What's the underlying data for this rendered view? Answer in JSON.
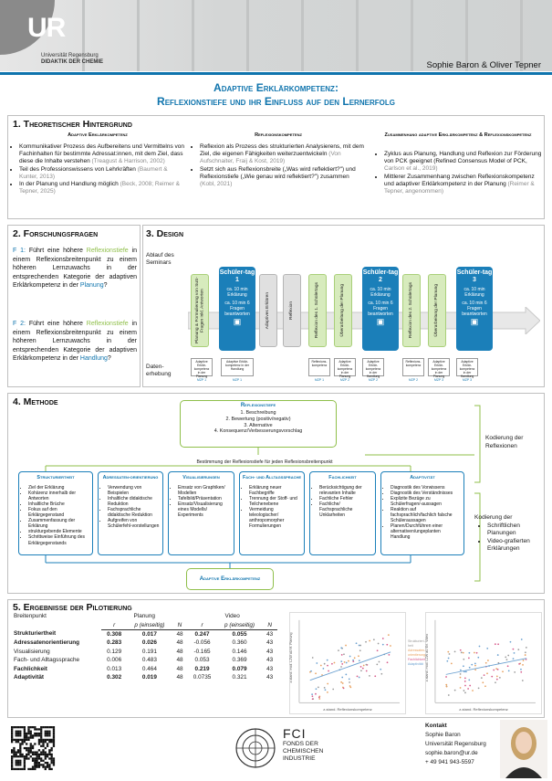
{
  "header": {
    "logo_mark": "UR",
    "logo_line1": "Universität Regensburg",
    "logo_line2": "DIDAKTIK DER CHEMIE",
    "authors": "Sophie Baron & Oliver Tepner",
    "accent": "#0f74ad",
    "green": "#8fbf4a"
  },
  "title": {
    "line1": "Adaptive Erklärkompetenz:",
    "line2": "Reflexionstiefe und ihr Einfluss auf den Lernerfolg"
  },
  "s1": {
    "heading": "1. Theoretischer Hintergrund",
    "col1": {
      "title": "Adaptive Erklärkompetenz",
      "items": [
        {
          "text": "Kommunikativer Prozess des Aufbereitens und Vermittelns von Fachinhalten für bestimmte Adressat:innen, mit dem Ziel, dass diese die Inhalte verstehen ",
          "cite": "(Treagust & Harrison, 2002)"
        },
        {
          "text": "Teil des Professionswissens von Lehrkräften ",
          "cite": "(Baumert & Kunter, 2013)"
        },
        {
          "text": "In der Planung und Handlung möglich ",
          "cite": "(Beck, 2008; Reimer & Tepner, 2025)"
        }
      ]
    },
    "col2": {
      "title": "Reflexionskompetenz",
      "items": [
        {
          "text": "Reflexion als Prozess des strukturierten Analysierens, mit dem Ziel, die eigenen Fähigkeiten weiterzuentwickeln ",
          "cite": "(Von Aufschnaiter, Fraij & Kost, 2019)"
        },
        {
          "text": "Setzt sich aus Reflexionsbreite („Was wird reflektiert?\") und Reflexionstiefe („Wie genau wird reflektiert?\") zusammen ",
          "cite": "(Kobl, 2021)"
        }
      ]
    },
    "col3": {
      "title": "Zusammenhang adaptive Erklärkompetenz & Reflexionskompetenz",
      "items": [
        {
          "text": "Zyklus aus Planung, Handlung und Reflexion zur Förderung von PCK geeignet (Refined Consensus Model of PCK, ",
          "cite": "Carlson et al., 2019)"
        },
        {
          "text": "Mittlerer Zusammenhang zwischen Reflexionskompetenz und adaptiver Erklärkompetenz in der Planung ",
          "cite": "(Reimer & Tepner, angenommen)"
        }
      ]
    }
  },
  "s2": {
    "heading": "2. Forschungsfragen",
    "f1": {
      "label": "F 1:",
      "a": "Führt eine höhere ",
      "b": "Reflexionstiefe",
      "c": " in einem Reflexionsbreitenpunkt zu einem höheren Lernzuwachs in der entsprechenden Kategorie der adaptiven Erklärkompetenz in der ",
      "d": "Planung",
      "e": "?"
    },
    "f2": {
      "label": "F 2:",
      "a": "Führt eine höhere ",
      "b": "Reflexionstiefe",
      "c": " in einem Reflexionsbreitenpunkt zu einem höheren Lernzuwachs in der entsprechenden Kategorie der adaptiven Erklärkompetenz in der ",
      "d": "Handlung",
      "e": "?"
    }
  },
  "s3": {
    "heading": "3. Design",
    "row_label1": "Ablauf des Seminars",
    "row_label2": "Daten-erhebung",
    "steps": [
      {
        "kind": "green",
        "text": "Planung & Formulierung von SuS-Fragen inkl. Antworten"
      },
      {
        "kind": "blue",
        "title": "Schüler-tag 1",
        "s1": "ca. 10 min Erklärung",
        "s2": "ca. 10 min 6 Fragen beantworten"
      },
      {
        "kind": "gray",
        "text": "Adaptives Erklären"
      },
      {
        "kind": "gray",
        "text": "Reflexion"
      },
      {
        "kind": "green",
        "text": "Reflexion des 1. Schülertags"
      },
      {
        "kind": "green",
        "text": "Überarbeitung der Planung"
      },
      {
        "kind": "blue",
        "title": "Schüler-tag 2",
        "s1": "ca. 10 min Erklärung",
        "s2": "ca. 10 min 6 Fragen beantworten"
      },
      {
        "kind": "green",
        "text": "Reflexion des 2. Schülertags"
      },
      {
        "kind": "green",
        "text": "Überarbeitung der Planung"
      },
      {
        "kind": "blue",
        "title": "Schüler-tag 3",
        "s1": "ca. 10 min Erklärung",
        "s2": "ca. 10 min 6 Fragen beantworten"
      }
    ],
    "data_boxes": [
      {
        "text": "Adaptive Erklär-kompetenz in der Planung",
        "mz": "MZP 1"
      },
      {
        "text": "Adaptive Erklär-kompetenz in der Handlung",
        "mz": "MZP 1"
      },
      {
        "text": "Reflexions-kompetenz",
        "mz": "MZP 1"
      },
      {
        "text": "Adaptive Erklär-kompetenz in der Planung",
        "mz": "MZP 2"
      },
      {
        "text": "Adaptive Erklär-kompetenz in der Handlung",
        "mz": "MZP 2"
      },
      {
        "text": "Reflexions-kompetenz",
        "mz": "MZP 2"
      },
      {
        "text": "Adaptive Erklär-kompetenz in der Planung",
        "mz": "MZP 3"
      },
      {
        "text": "Adaptive Erklär-kompetenz in der Handlung",
        "mz": "MZP 3"
      }
    ]
  },
  "s4": {
    "heading": "4. Methode",
    "top_title": "Reflexionstiefe",
    "top_items": [
      "1. Beschreibung",
      "2. Bewertung (positiv/negativ)",
      "3. Alternative",
      "4. Konsequenz/Verbesserungsvorschlag"
    ],
    "bridge": "Bestimmung der Reflexionstiefe für jeden Reflexionsbreitenpunkt",
    "side1": "Kodierung der Reflexionen",
    "side2_title": "Kodierung der",
    "side2_items": [
      "Schriftlichen Planungen",
      "Video-grafierten Erklärungen"
    ],
    "bottom": "Adaptive Erklärkompetenz",
    "cards": [
      {
        "title": "Strukturiertheit",
        "items": [
          "Ziel der Erklärung",
          "Kohärenz innerhalb der Antworten",
          "Inhaltliche Brüche",
          "Fokus auf den Erklärgegenstand",
          "Zusammenfassung der Erklärung",
          "strukturgebende Elemente",
          "Schrittweise Einführung des Erklärgegenstands"
        ]
      },
      {
        "title": "Adressaten-orientierung",
        "items": [
          "Verwendung von Beispielen",
          "Inhaltliche didaktische Reduktion",
          "Fachsprachliche didaktische Reduktion",
          "Aufgreifen von Schülerfehl-vorstellungen"
        ]
      },
      {
        "title": "Visualisierungen",
        "items": [
          "Einsatz von Graphiken/ Modellen",
          "Tafelbild/Präsentation",
          "Einsatz/Visualisierung eines Modells/ Experiments"
        ]
      },
      {
        "title": "Fach- und Alltagssprache",
        "items": [
          "Erklärung neuer Fachbegriffe",
          "Trennung der Stoff- und Teilchenebene",
          "Vermeidung teleologischer/ anthropomorpher Formulierungen"
        ]
      },
      {
        "title": "Fachlichkeit",
        "items": [
          "Berücksichtigung der relevanten Inhalte",
          "Fachliche Fehler",
          "Fachliche/ Fachsprachliche Unklarheiten"
        ]
      },
      {
        "title": "Adaptivität",
        "items": [
          "Diagnostik des Vorwissens",
          "Diagnostik des Verständnisses",
          "Explizite Bezüge zu Schülerfragen/-aussagen",
          "Reaktion auf fachsprachlich/fachlich falsche Schüleraussagen",
          "Planen/Durchführen einer alternativen/ungeplanten Handlung"
        ]
      }
    ]
  },
  "s5": {
    "heading": "5. Ergebnisse der Pilotierung",
    "col_planung": "Planung",
    "col_video": "Video",
    "col_rb": "Breitenpunkt",
    "sub": [
      "r",
      "p (einseitig)",
      "N",
      "r",
      "p (einseitig)",
      "N"
    ],
    "rows": [
      {
        "name": "Strukturiertheit",
        "bold": true,
        "v": [
          "0.308",
          "0.017",
          "48",
          "0.247",
          "0.055",
          "43"
        ],
        "b": [
          true,
          true,
          false,
          true,
          true,
          false
        ]
      },
      {
        "name": "Adressatenorientierung",
        "bold": true,
        "v": [
          "0.283",
          "0.026",
          "48",
          "-0.056",
          "0.360",
          "43"
        ],
        "b": [
          true,
          true,
          false,
          false,
          false,
          false
        ]
      },
      {
        "name": "Visualisierung",
        "bold": false,
        "v": [
          "0.129",
          "0.191",
          "48",
          "-0.165",
          "0.146",
          "43"
        ],
        "b": [
          false,
          false,
          false,
          false,
          false,
          false
        ]
      },
      {
        "name": "Fach- und Alltagssprache",
        "bold": false,
        "v": [
          "0.006",
          "0.483",
          "48",
          "0.053",
          "0.369",
          "43"
        ],
        "b": [
          false,
          false,
          false,
          false,
          false,
          false
        ]
      },
      {
        "name": "Fachlichkeit",
        "bold": true,
        "v": [
          "0.013",
          "0.464",
          "48",
          "0.219",
          "0.079",
          "43"
        ],
        "b": [
          false,
          false,
          false,
          true,
          true,
          false
        ]
      },
      {
        "name": "Adaptivität",
        "bold": true,
        "v": [
          "0.302",
          "0.019",
          "48",
          "0.0735",
          "0.321",
          "43"
        ],
        "b": [
          true,
          true,
          false,
          false,
          false,
          false
        ]
      }
    ],
    "plot1": {
      "ylabel": "z-stand. mod. LZW aU ift. Planung",
      "xlabel": "z-stand. Reflexionskompetenz"
    },
    "plot2": {
      "ylabel": "z-stand. mod. LZW aU Erl. Video",
      "xlabel": "z-stand. Reflexionskompetenz"
    },
    "legend": [
      "Strukturiert-heit",
      "Adressaten-orientierung",
      "Fachlichkeit",
      "Adaptivität"
    ],
    "legend_colors": [
      "#9a9a9a",
      "#e8a15f",
      "#d65a8a",
      "#6aa0d0"
    ]
  },
  "footer": {
    "fci_big": "FCI",
    "fci_lines": [
      "FONDS DER",
      "CHEMISCHEN",
      "INDUSTRIE"
    ],
    "contact_title": "Kontakt",
    "contact_lines": [
      "Sophie Baron",
      "Universität Regensburg",
      "sophie.baron@ur.de",
      "+ 49 941 943-5597"
    ]
  }
}
